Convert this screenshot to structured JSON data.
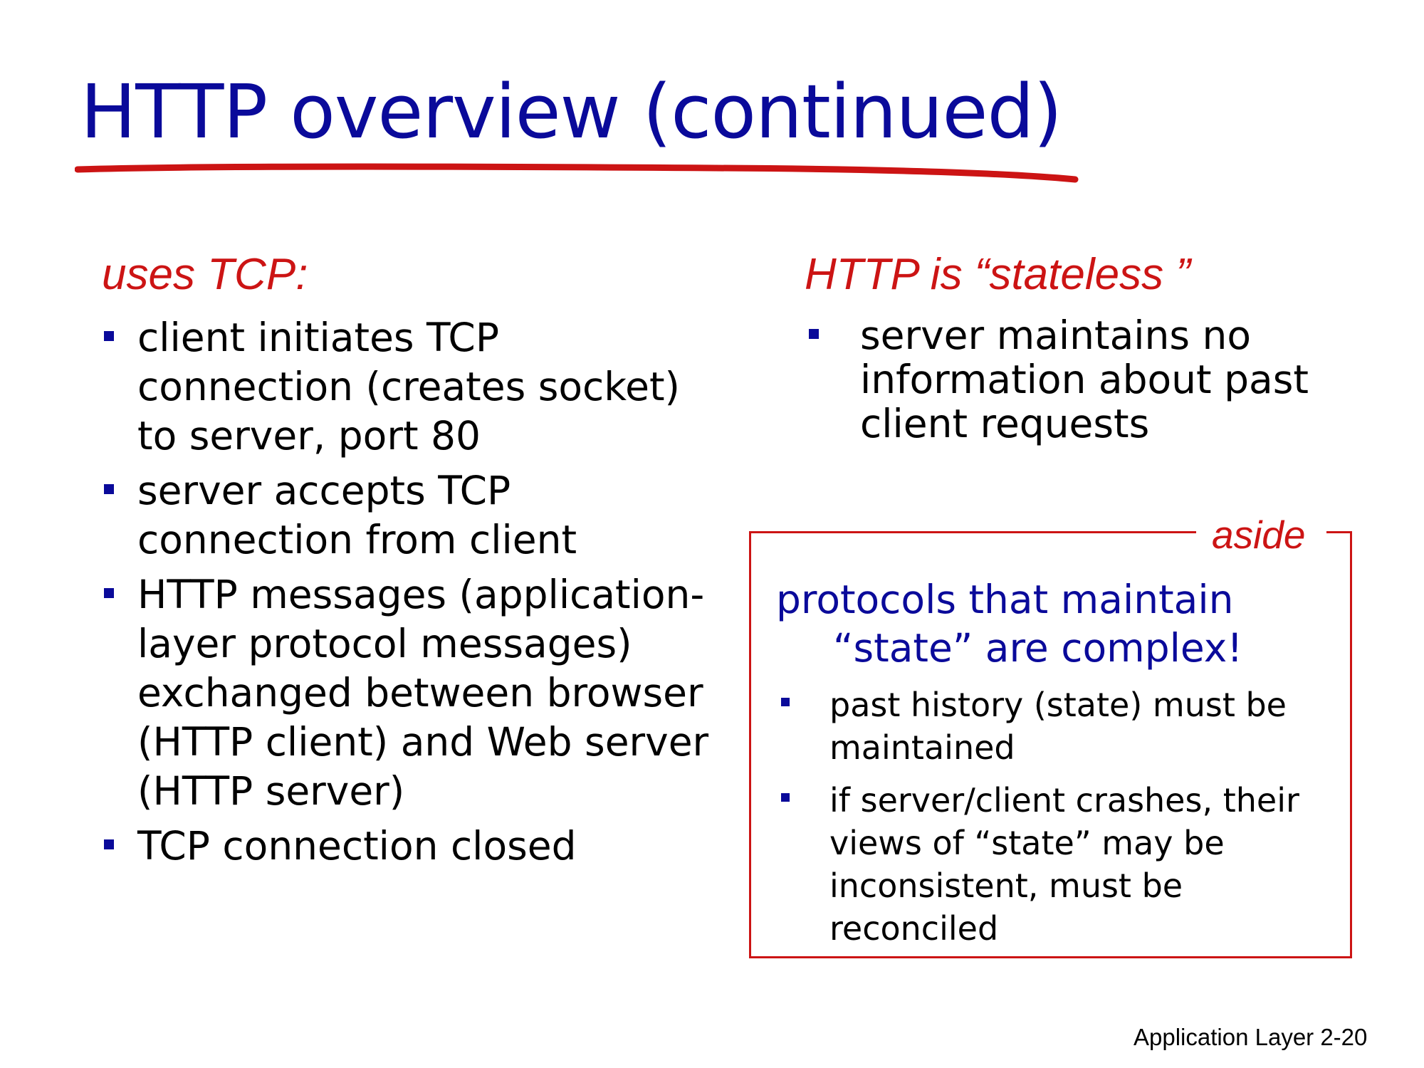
{
  "slide": {
    "title": "HTTP overview (continued)",
    "left_heading": "uses TCP:",
    "left_bullets": [
      "client initiates TCP connection (creates socket) to server,  port 80",
      "server accepts TCP connection from client",
      "HTTP messages (application-layer protocol messages) exchanged between browser (HTTP client) and Web server (HTTP server)",
      "TCP connection closed"
    ],
    "right_heading": "HTTP is  “stateless ”",
    "right_bullets": [
      "server maintains no information about past client requests"
    ],
    "aside": {
      "label": "aside",
      "title_line1": "protocols that maintain",
      "title_line2": "“state” are complex!",
      "bullets": [
        "past history (state) must be maintained",
        "if server/client crashes, their views of “state” may be inconsistent, must be reconciled"
      ]
    },
    "footer": "Application Layer 2-20",
    "colors": {
      "title": "#0a0a9a",
      "heading": "#cc1414",
      "underline": "#cc1414",
      "bullet": "#0a0a9a",
      "aside_border": "#cc1414"
    }
  }
}
